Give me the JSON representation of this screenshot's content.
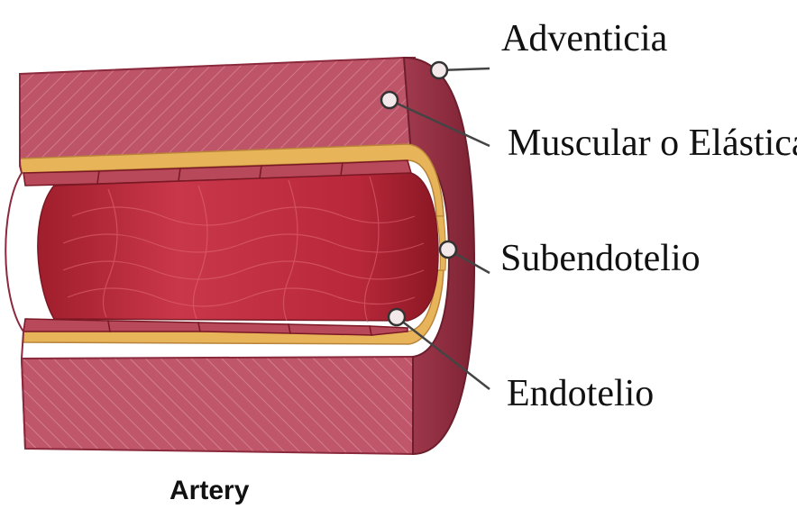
{
  "labels": {
    "adventicia": "Adventicia",
    "muscular": "Muscular o Elástica",
    "subendotelio": "Subendotelio",
    "endotelio": "Endotelio"
  },
  "caption": "Artery",
  "colors": {
    "outer_wall": "#b0465c",
    "outer_wall_light": "#c8697a",
    "cut_face": "#9c3346",
    "lumen": "#c12f3d",
    "lumen_dark": "#8e1f2a",
    "yellow_layer": "#e8b45a",
    "leader_line": "#444444"
  }
}
